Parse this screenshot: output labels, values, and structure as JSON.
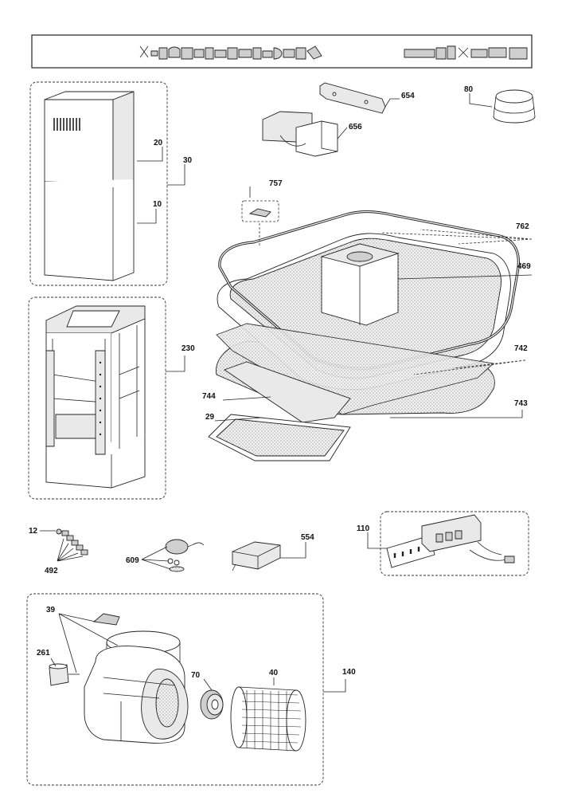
{
  "labels": {
    "p654": "654",
    "p80": "80",
    "p656": "656",
    "p20": "20",
    "p30": "30",
    "p10": "10",
    "p757": "757",
    "p762": "762",
    "p469": "469",
    "p230": "230",
    "p742": "742",
    "p744": "744",
    "p743": "743",
    "p29": "29",
    "p12": "12",
    "p492": "492",
    "p609": "609",
    "p554": "554",
    "p110": "110",
    "p39": "39",
    "p261": "261",
    "p70": "70",
    "p40": "40",
    "p140": "140"
  },
  "colors": {
    "line": "#222222",
    "fill_light": "#e9e9e9",
    "fill_dark": "#cfcfcf"
  },
  "icons": {
    "header_left": "appliance-icons-strip",
    "header_right": "manufacturer-logos-strip"
  }
}
